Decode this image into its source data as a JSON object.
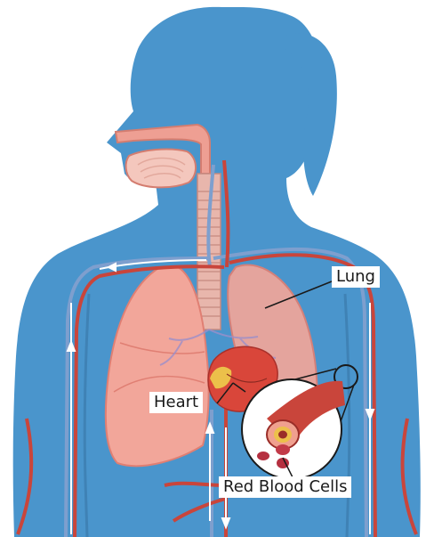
{
  "labels": {
    "lung": "Lung",
    "heart": "Heart",
    "red_blood_cells": "Red Blood Cells"
  },
  "colors": {
    "body": "#4a95cc",
    "body_dark": "#3f82b5",
    "lung": "#f2a69a",
    "lung_edge": "#e07f73",
    "artery": "#c9453b",
    "vein": "#7e9fce",
    "trachea": "#e8b6ac",
    "heart": "#d9463a"
  }
}
